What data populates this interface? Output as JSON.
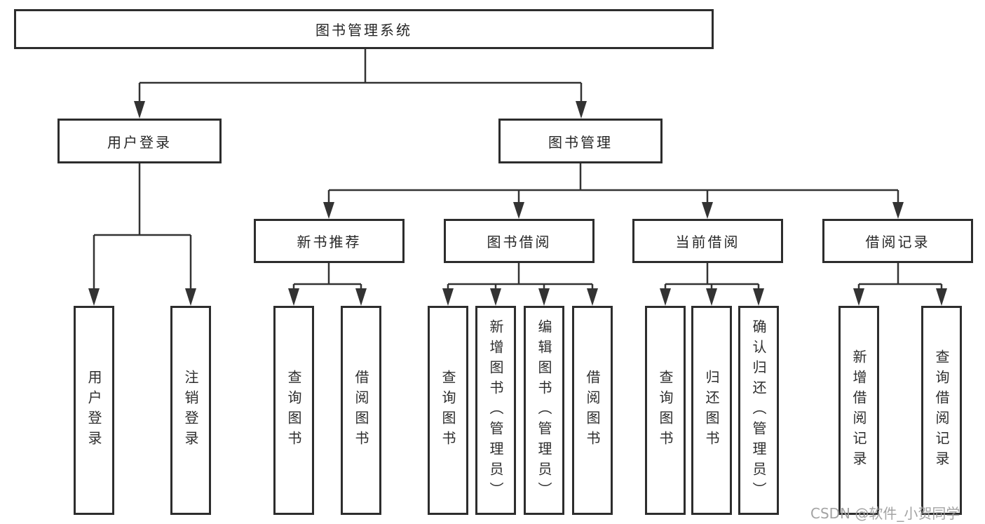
{
  "tree": {
    "root": {
      "label": "图书管理系统"
    },
    "branches": [
      {
        "label": "用户登录",
        "children": [
          {
            "label": "用户登录"
          },
          {
            "label": "注销登录"
          }
        ]
      },
      {
        "label": "图书管理",
        "children": [
          {
            "label": "新书推荐",
            "children": [
              {
                "label": "查询图书"
              },
              {
                "label": "借阅图书"
              }
            ]
          },
          {
            "label": "图书借阅",
            "children": [
              {
                "label": "查询图书"
              },
              {
                "label": "新增图书（管理员）"
              },
              {
                "label": "编辑图书（管理员）"
              },
              {
                "label": "借阅图书"
              }
            ]
          },
          {
            "label": "当前借阅",
            "children": [
              {
                "label": "查询图书"
              },
              {
                "label": "归还图书"
              },
              {
                "label": "确认归还（管理员）"
              }
            ]
          },
          {
            "label": "借阅记录",
            "children": [
              {
                "label": "新增借阅记录"
              },
              {
                "label": "查询借阅记录"
              }
            ]
          }
        ]
      }
    ]
  },
  "colors": {
    "line": "#333333",
    "border": "#2d2d2d",
    "text": "#262626",
    "watermark": "#9e9e9e"
  },
  "watermark": {
    "text": "CSDN @软件_小贺同学"
  }
}
